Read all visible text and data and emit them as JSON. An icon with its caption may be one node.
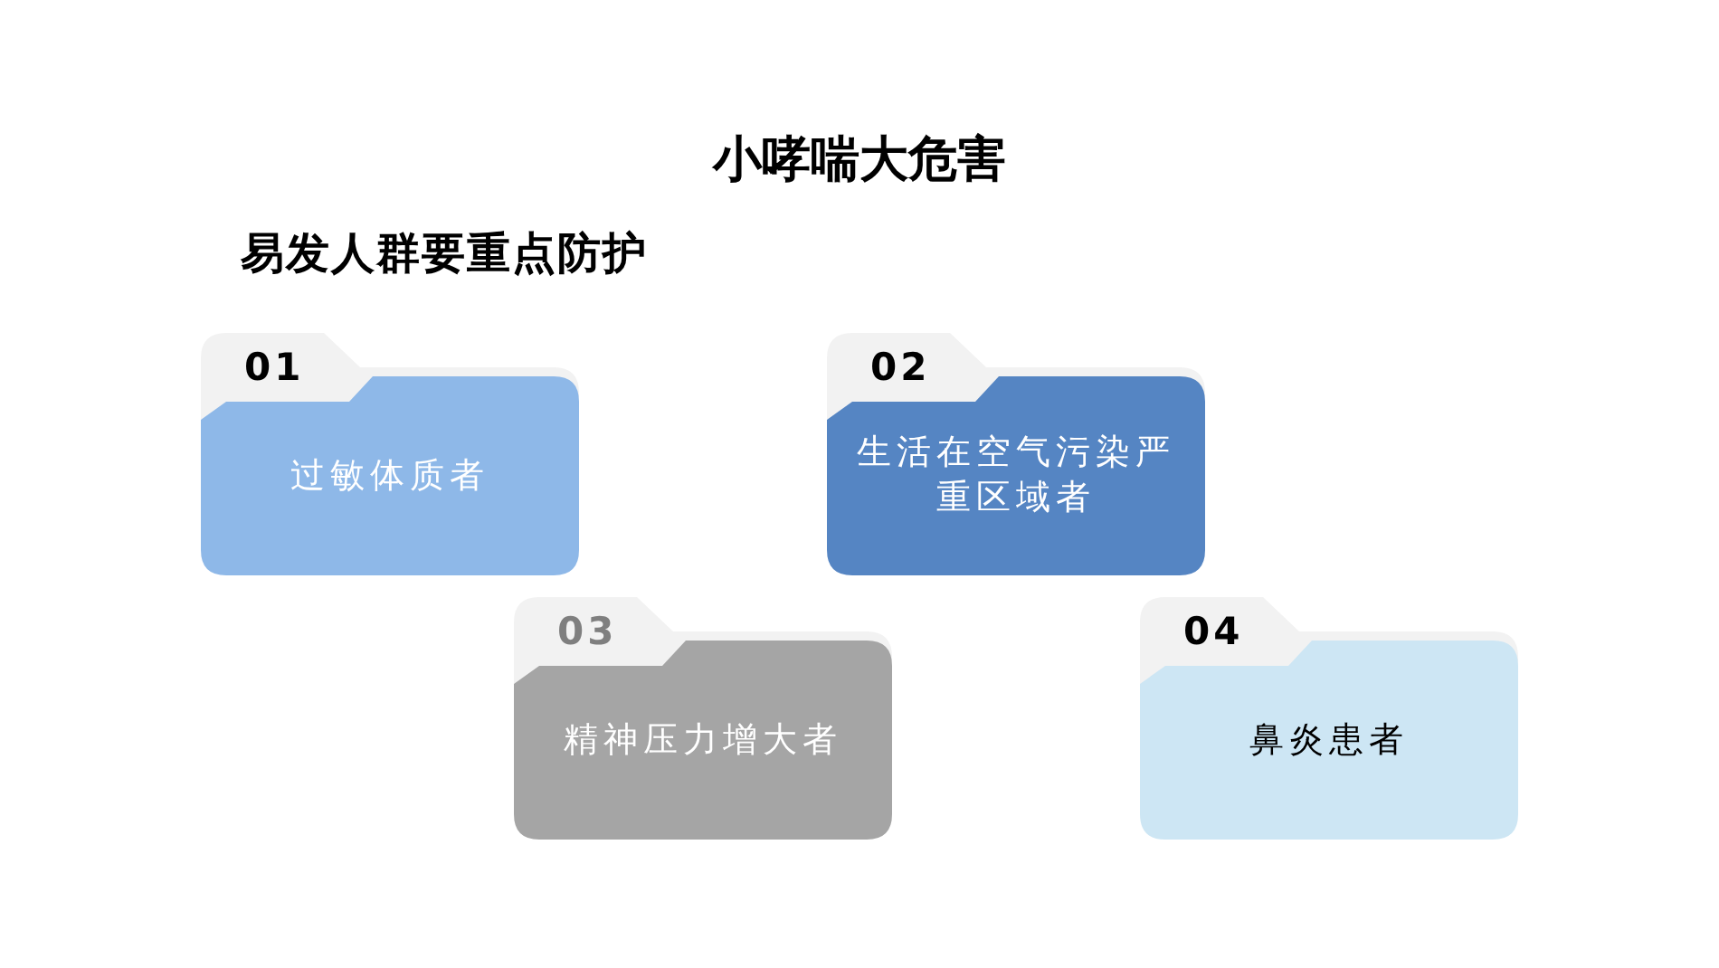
{
  "diagram": {
    "title": "小哮喘大危害",
    "nodes": [
      {
        "text": [
          "01",
          "过敏体质者"
        ]
      },
      {
        "text": [
          "02",
          "生活在空气污染严重区域者"
        ]
      },
      {
        "text": [
          "03",
          "精神压力增大者"
        ]
      },
      {
        "text": [
          "04",
          "鼻炎患者"
        ]
      }
    ],
    "labels": [
      "易发人群要重点防护"
    ]
  }
}
